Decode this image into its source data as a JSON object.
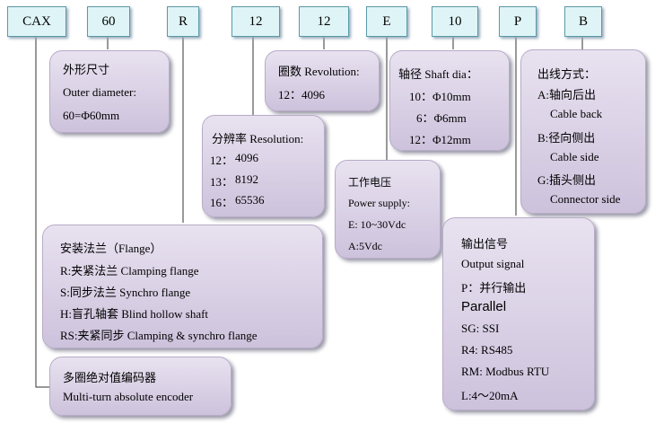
{
  "codes": [
    "CAX",
    "60",
    "R",
    "12",
    "12",
    "E",
    "10",
    "P",
    "B"
  ],
  "outer_diameter": [
    "外形尺寸",
    "Outer diameter:",
    "60=Φ60mm"
  ],
  "revolution": [
    "圈数 Revolution:",
    "12：4096"
  ],
  "resolution": [
    "分辨率 Resolution:",
    "12：",
    "4096",
    "13：",
    "8192",
    "16：",
    "65536"
  ],
  "shaft": [
    "轴径 Shaft dia：",
    "10：Φ10mm",
    "6：Φ6mm",
    "12：Φ12mm"
  ],
  "outlet": [
    "出线方式：",
    "A:轴向后出",
    "Cable back",
    "B:径向侧出",
    "Cable side",
    "G:插头侧出",
    "Connector side"
  ],
  "power": [
    "工作电压",
    "Power supply:",
    "E: 10~30Vdc",
    "A:5Vdc"
  ],
  "flange": [
    "安装法兰（Flange）",
    "R:夹紧法兰 Clamping flange",
    "S:同步法兰 Synchro flange",
    "H:盲孔轴套 Blind hollow shaft",
    "RS:夹紧同步 Clamping & synchro flange"
  ],
  "signal": [
    "输出信号",
    "Output signal",
    "P：并行输出",
    "Parallel",
    "SG: SSI",
    "R4: RS485",
    "RM: Modbus RTU",
    "L:4～20mA"
  ],
  "encoder": [
    "多圈绝对值编码器",
    "Multi-turn absolute encoder"
  ]
}
